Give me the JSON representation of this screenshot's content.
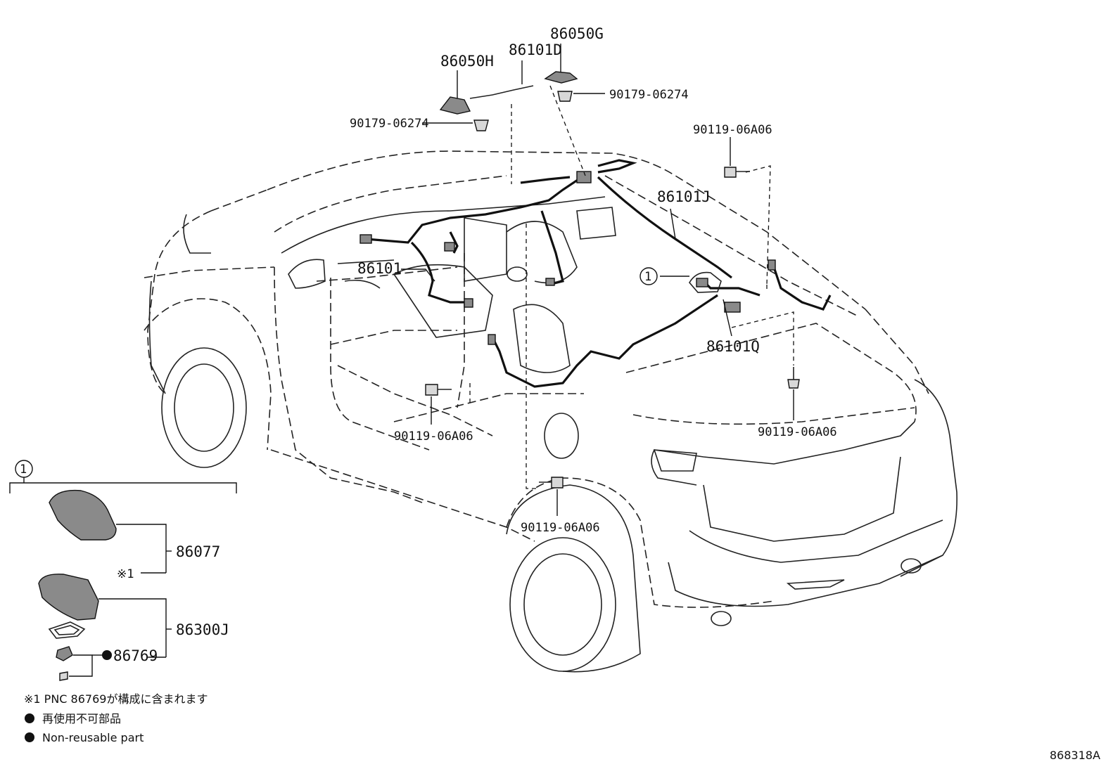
{
  "labels": {
    "p86050G": "86050G",
    "p86101D": "86101D",
    "p86050H": "86050H",
    "p90179_right": "90179-06274",
    "p90179_left": "90179-06274",
    "p90119_top": "90119-06A06",
    "p86101J": "86101J",
    "p86101": "86101",
    "p86101Q": "86101Q",
    "p90119_mid": "90119-06A06",
    "p90119_right": "90119-06A06",
    "p90119_bottom": "90119-06A06",
    "callout_num": "1",
    "inset_num": "1",
    "p86077": "86077",
    "note_ref": "※1",
    "p86300J": "86300J",
    "p86769": "86769"
  },
  "notes": {
    "line1": "※1 PNC 86769が構成に含まれます",
    "line2_jp": "再使用不可部品",
    "line3_en": "Non-reusable part"
  },
  "figure_id": "868318A"
}
